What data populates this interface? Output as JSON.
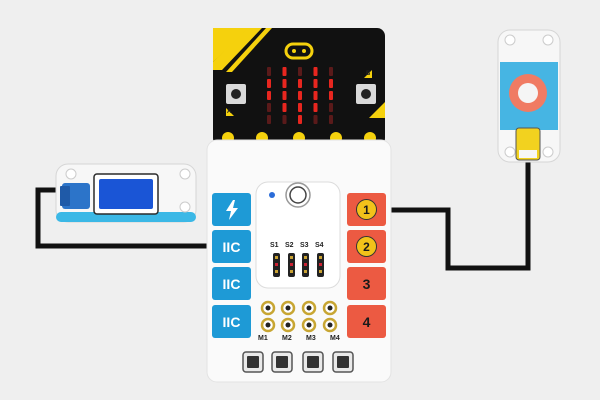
{
  "board": {
    "ports_left": [
      "IIC",
      "IIC",
      "IIC"
    ],
    "ports_right": [
      "1",
      "2",
      "3",
      "4"
    ],
    "servo_labels": [
      "S1",
      "S2",
      "S3",
      "S4"
    ],
    "motor_labels": [
      "M1",
      "M2",
      "M3",
      "M4"
    ],
    "microbit_buttons": [
      "A",
      "B"
    ]
  },
  "colors": {
    "background": "#efefef",
    "port_blue": "#1e9ad6",
    "port_red": "#ec5a42",
    "led_red": "#e8261f",
    "microbit_yellow": "#f5d10d",
    "wire": "#111111",
    "sensor_ring": "#f07b63",
    "oled_screen": "#1a55d6"
  },
  "icons": [
    "power-lightning-icon",
    "microbit-logo-icon"
  ]
}
